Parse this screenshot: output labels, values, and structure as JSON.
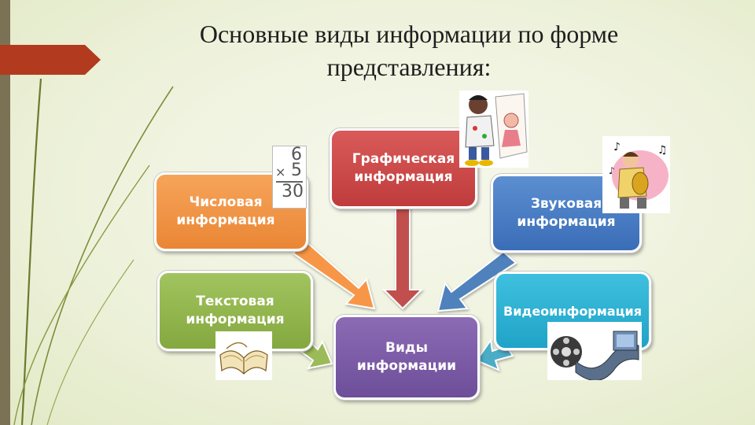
{
  "title": {
    "line1": "Основные виды информации по форме",
    "line2": "представления:"
  },
  "boxes": {
    "numeric": "Числовая\nинформация",
    "graphic": "Графическая\nинформация",
    "sound": "Звуковая\nинформация",
    "text": "Текстовая\nинформация",
    "video": "Видеоинформация",
    "center": "Виды\nинформации"
  },
  "numbers_icon": {
    "top": "6",
    "middle": "5",
    "operator": "×",
    "bottom": "30"
  },
  "colors": {
    "numeric": "#ea8635",
    "graphic": "#c03c3c",
    "sound": "#3a6db7",
    "text": "#84a83f",
    "video": "#1fa3c7",
    "center": "#6d4e98",
    "accent_tab": "#b23a1e"
  },
  "icons": [
    "numbers-icon",
    "drawing-child-icon",
    "musician-icon",
    "book-icon",
    "film-reel-icon"
  ]
}
